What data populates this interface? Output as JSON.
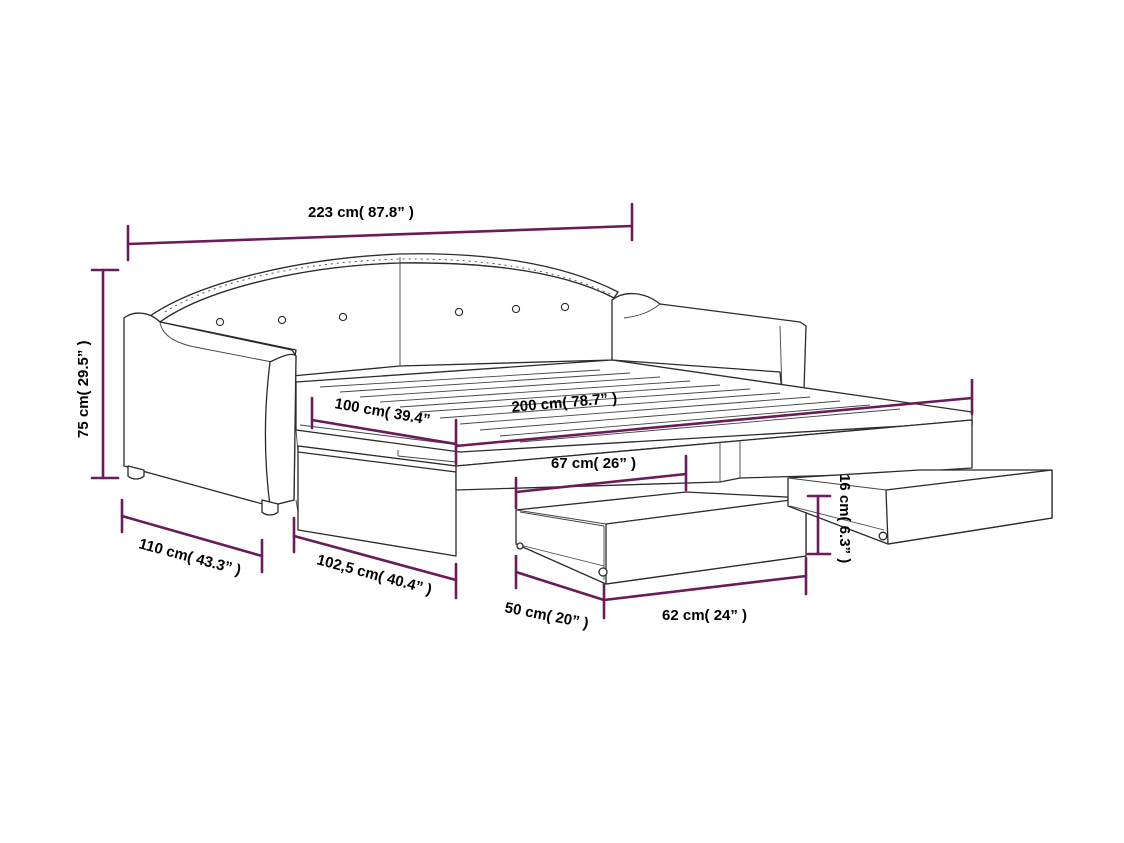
{
  "dimensions": {
    "overall_length": "223 cm( 87.8” )",
    "height": "75 cm( 29.5” )",
    "depth": "110 cm( 43.3” )",
    "trundle_length": "102,5 cm( 40.4” )",
    "mattress_width": "100 cm( 39.4”",
    "mattress_length": "200 cm( 78.7” )",
    "drawer_length_outer": "67 cm( 26” )",
    "drawer_depth": "50 cm( 20” )",
    "drawer_length_inner": "62 cm( 24” )",
    "drawer_height": "16 cm( 6.3” )"
  },
  "colors": {
    "dimension_lines": "#6b1a5a",
    "outline": "#2b2b2b",
    "background": "#ffffff"
  }
}
